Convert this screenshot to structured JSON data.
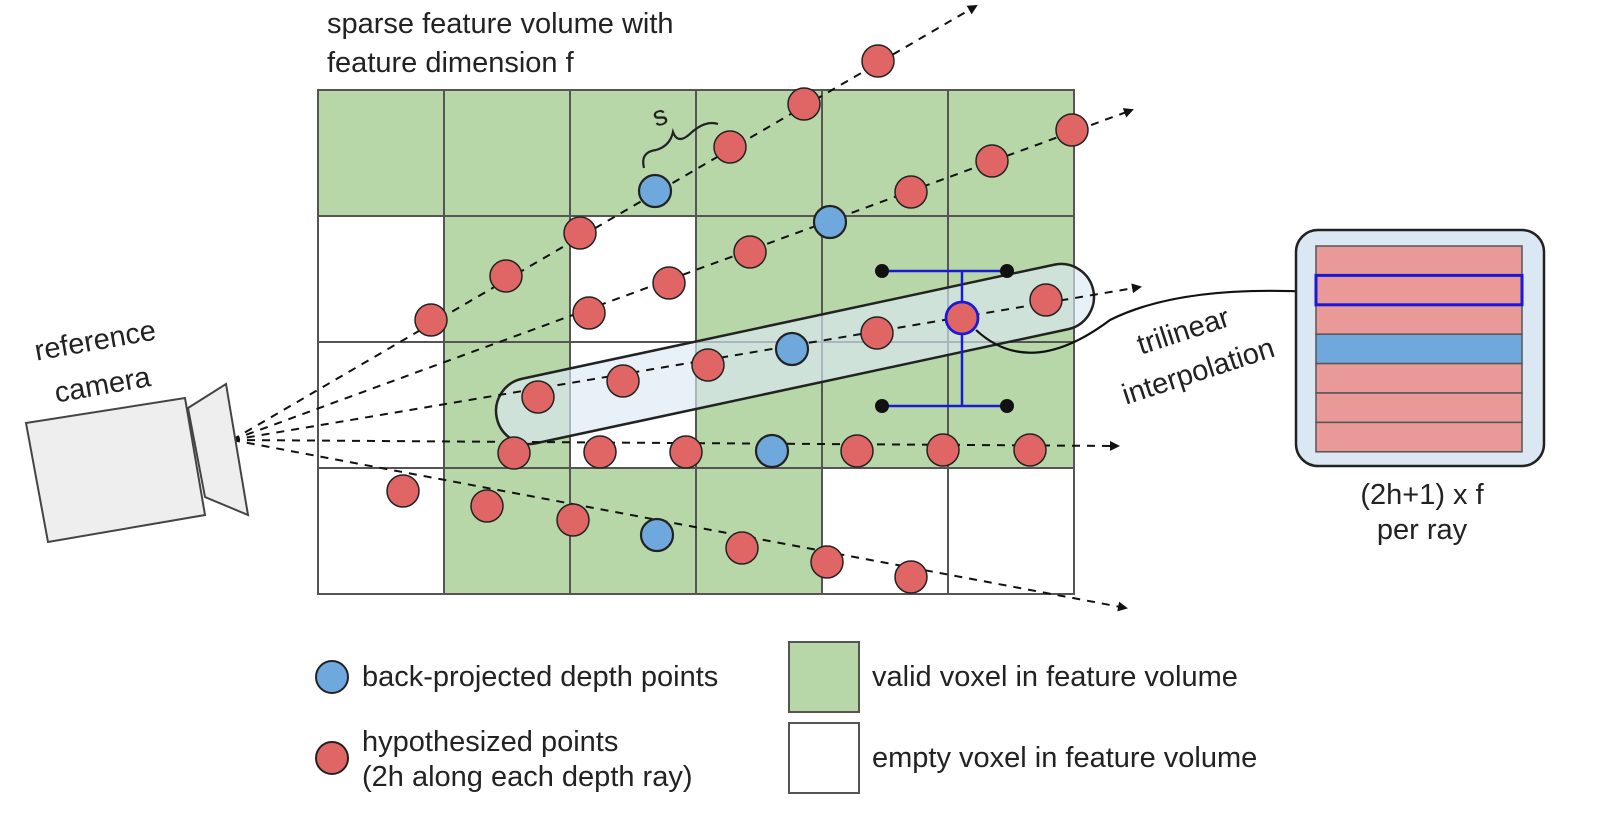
{
  "title_line1": "sparse feature volume with",
  "title_line2": "feature dimension f",
  "camera_label_line1": "reference",
  "camera_label_line2": "camera",
  "spacing_label": "s",
  "interp_label_line1": "trilinear",
  "interp_label_line2": "interpolation",
  "output_label_line1": "(2h+1) x f",
  "output_label_line2": "per ray",
  "legend": {
    "depth_points": "back-projected depth points",
    "hypothesized_line1": "hypothesized points",
    "hypothesized_line2": "(2h along each depth ray)",
    "valid_voxel": "valid voxel in feature volume",
    "empty_voxel": "empty voxel in feature volume"
  },
  "grid": {
    "rows": 4,
    "cols": 6,
    "valid_cells": [
      [
        1,
        1,
        1,
        1,
        1,
        1
      ],
      [
        0,
        1,
        0,
        1,
        1,
        1
      ],
      [
        0,
        1,
        0,
        1,
        1,
        1
      ],
      [
        0,
        1,
        1,
        1,
        0,
        0
      ]
    ]
  },
  "colors": {
    "valid_voxel": "#b7d7a8",
    "empty_voxel": "#ffffff",
    "grid_line": "#555555",
    "depth_point": "#6fa8dc",
    "hypothesized_point": "#e06666",
    "highlight_ray": "#dbe8f4",
    "interp_blue": "#1a1ad6",
    "feature_row_red": "#ea9999",
    "feature_row_blue": "#6fa8dc"
  },
  "feature_rows": [
    "red",
    "red",
    "red",
    "blue",
    "red",
    "red",
    "red"
  ]
}
